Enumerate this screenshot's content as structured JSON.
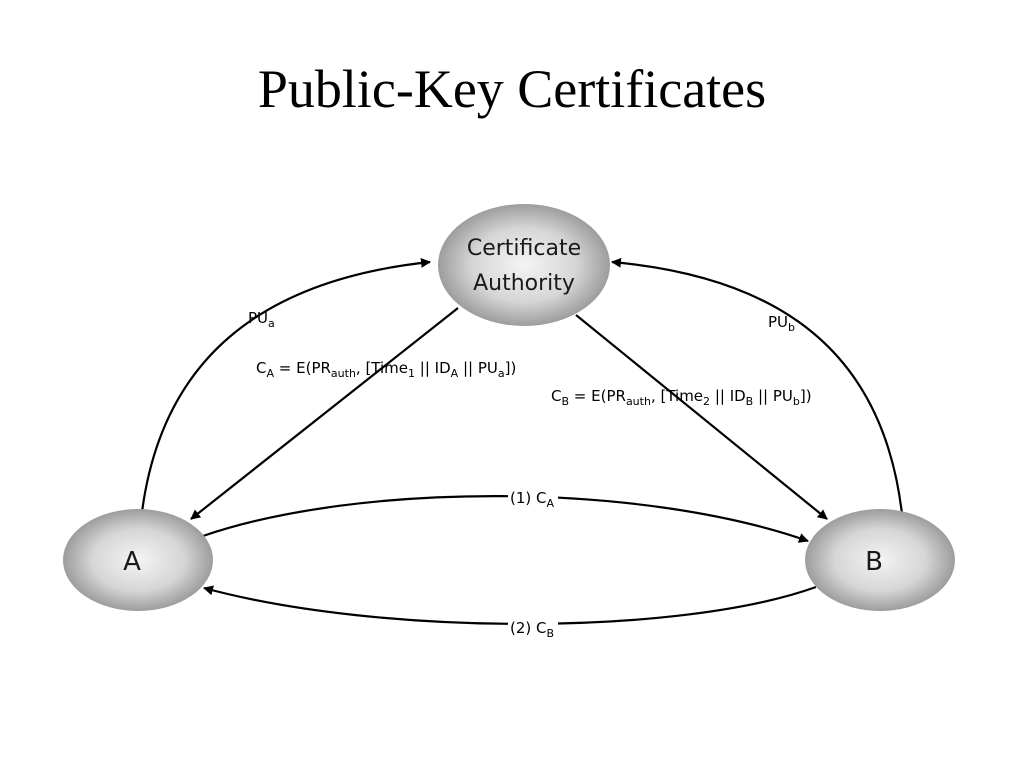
{
  "slide": {
    "title": "Public-Key Certificates"
  },
  "nodes": {
    "ca": {
      "line1": "Certificate",
      "line2": "Authority"
    },
    "a": {
      "label": "A"
    },
    "b": {
      "label": "B"
    }
  },
  "edges": {
    "pu_a": {
      "base": "PU",
      "sub": "a"
    },
    "pu_b": {
      "base": "PU",
      "sub": "b"
    },
    "cert_a": {
      "c": "C",
      "c_sub": "A",
      "eq": " = E(PR",
      "auth_sub": "auth",
      "time": ", [Time",
      "time_sub": "1",
      "id": " || ID",
      "id_sub": "A",
      "pu": " || PU",
      "pu_sub": "a",
      "close": "])"
    },
    "cert_b": {
      "c": "C",
      "c_sub": "B",
      "eq": " = E(PR",
      "auth_sub": "auth",
      "time": ", [Time",
      "time_sub": "2",
      "id": " || ID",
      "id_sub": "B",
      "pu": " || PU",
      "pu_sub": "b",
      "close": "])"
    },
    "step1": {
      "prefix": "(1) C",
      "sub": "A"
    },
    "step2": {
      "prefix": "(2) C",
      "sub": "B"
    }
  },
  "colors": {
    "node_center": "#f2f2f2",
    "node_edge": "#8a8a8a",
    "line": "#000000"
  }
}
